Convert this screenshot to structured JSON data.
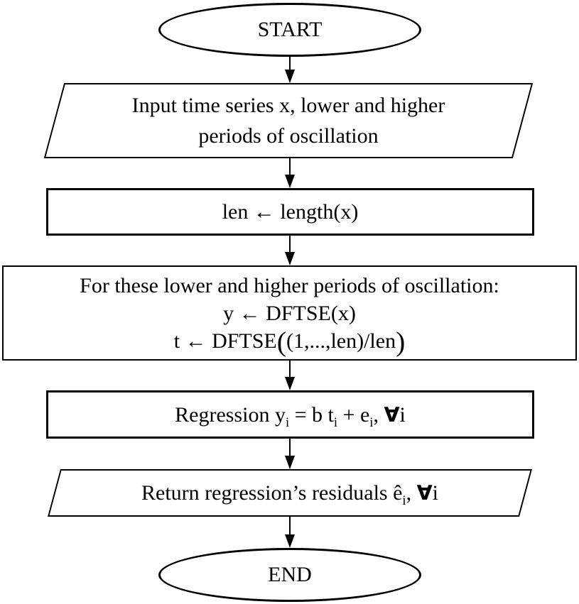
{
  "flowchart": {
    "colors": {
      "stroke": "#000000",
      "fill": "#ffffff",
      "text": "#000000"
    },
    "start_label": "START",
    "input_step": {
      "line1": "Input time series x, lower and higher",
      "line2": "periods of oscillation"
    },
    "len_step": {
      "text": "len ← length(x)"
    },
    "loop_step": {
      "line1": "For these lower and higher periods of oscillation:",
      "line2": "y ← DFTSE(x)",
      "line3_prefix": "t ← DFTSE",
      "line3_open": "(",
      "line3_inner": "(1,...,len)/len",
      "line3_close": ")"
    },
    "regression_step": {
      "prefix": "Regression y",
      "sub1": "i",
      "mid1": " = b t",
      "sub2": "i",
      "mid2": " + e",
      "sub3": "i",
      "comma": ", ",
      "forall": "∀",
      "suffix": "i"
    },
    "return_step": {
      "prefix": "Return regression’s residuals ê",
      "sub": "i",
      "comma": ", ",
      "forall": "∀",
      "suffix": "i"
    },
    "end_label": "END"
  }
}
